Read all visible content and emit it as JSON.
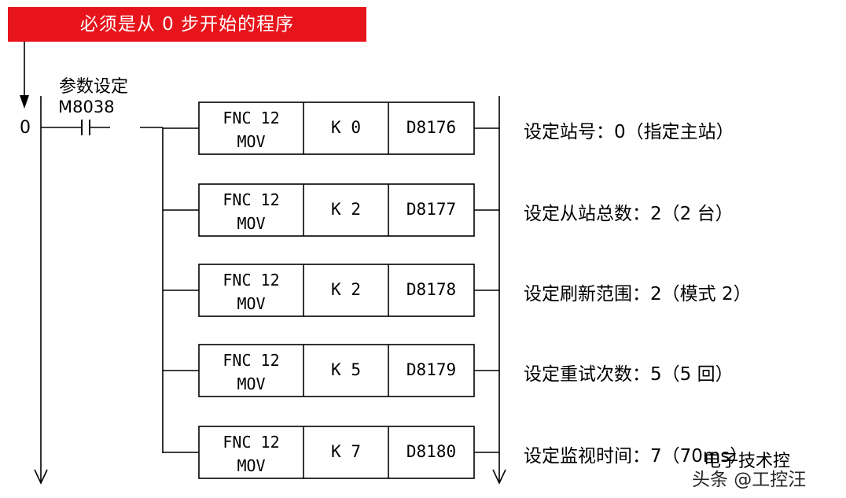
{
  "banner": "必须是从 0 步开始的程序",
  "section_label": "参数设定",
  "contact": "M8038",
  "step_number": "0",
  "rungs": [
    {
      "fnc": "FNC 12",
      "op": "MOV",
      "src": "K 0",
      "dst": "D8176",
      "comment": "设定站号：0（指定主站）"
    },
    {
      "fnc": "FNC 12",
      "op": "MOV",
      "src": "K 2",
      "dst": "D8177",
      "comment": "设定从站总数：2（2 台）"
    },
    {
      "fnc": "FNC 12",
      "op": "MOV",
      "src": "K 2",
      "dst": "D8178",
      "comment": "设定刷新范围：2（模式 2）"
    },
    {
      "fnc": "FNC 12",
      "op": "MOV",
      "src": "K 5",
      "dst": "D8179",
      "comment": "设定重试次数：5（5 回）"
    },
    {
      "fnc": "FNC 12",
      "op": "MOV",
      "src": "K 7",
      "dst": "D8180",
      "comment": "设定监视时间：7（70ms）"
    }
  ],
  "watermark": {
    "line1": "电子技术控",
    "line2": "头条 @工控汪"
  },
  "colors": {
    "banner": "#e8141b",
    "line": "#000000"
  }
}
